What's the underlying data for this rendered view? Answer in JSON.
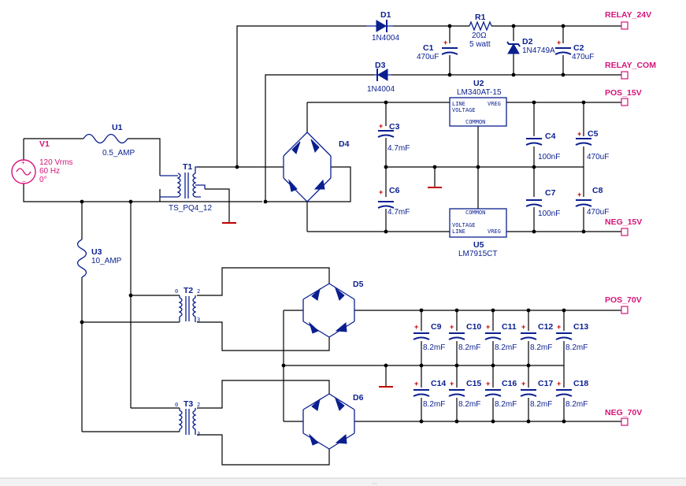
{
  "source": {
    "ref": "V1",
    "rating": "120 Vrms",
    "frequency": "60 Hz",
    "phase": "0°",
    "color": "#d6147a"
  },
  "fuses": [
    {
      "ref": "U1",
      "value": "0.5_AMP"
    },
    {
      "ref": "U3",
      "value": "10_AMP"
    }
  ],
  "transformers": [
    {
      "ref": "T1",
      "model": "TS_PQ4_12"
    },
    {
      "ref": "T2",
      "pin_primary": "0",
      "pin_secondary_top": "2",
      "pin_bottom": "3"
    },
    {
      "ref": "T3",
      "pin_primary": "0",
      "pin_secondary_top": "2",
      "pin_bottom": "3"
    }
  ],
  "diodes": [
    {
      "ref": "D1",
      "model": "1N4004"
    },
    {
      "ref": "D2",
      "model": "1N4749A"
    },
    {
      "ref": "D3",
      "model": "1N4004"
    }
  ],
  "resistors": [
    {
      "ref": "R1",
      "value": "20Ω",
      "power": "5 watt"
    }
  ],
  "bridges": [
    {
      "ref": "D4"
    },
    {
      "ref": "D5"
    },
    {
      "ref": "D6"
    }
  ],
  "regulators": [
    {
      "ref": "U2",
      "model": "LM340AT-15",
      "pin_line": "LINE",
      "pin_voltage": "VOLTAGE",
      "pin_vreg": "VREG",
      "pin_common": "COMMON"
    },
    {
      "ref": "U5",
      "model": "LM7915CT",
      "pin_line": "LINE",
      "pin_voltage": "VOLTAGE",
      "pin_vreg": "VREG",
      "pin_common": "COMMON"
    }
  ],
  "capacitors": [
    {
      "ref": "C1",
      "value": "470uF"
    },
    {
      "ref": "C2",
      "value": "470uF"
    },
    {
      "ref": "C3",
      "value": "4.7mF"
    },
    {
      "ref": "C4",
      "value": "100nF"
    },
    {
      "ref": "C5",
      "value": "470uF"
    },
    {
      "ref": "C6",
      "value": "4.7mF"
    },
    {
      "ref": "C7",
      "value": "100nF"
    },
    {
      "ref": "C8",
      "value": "470uF"
    },
    {
      "ref": "C9",
      "value": "8.2mF"
    },
    {
      "ref": "C10",
      "value": "8.2mF"
    },
    {
      "ref": "C11",
      "value": "8.2mF"
    },
    {
      "ref": "C12",
      "value": "8.2mF"
    },
    {
      "ref": "C13",
      "value": "8.2mF"
    },
    {
      "ref": "C14",
      "value": "8.2mF"
    },
    {
      "ref": "C15",
      "value": "8.2mF"
    },
    {
      "ref": "C16",
      "value": "8.2mF"
    },
    {
      "ref": "C17",
      "value": "8.2mF"
    },
    {
      "ref": "C18",
      "value": "8.2mF"
    }
  ],
  "nets": {
    "relay_24v": "RELAY_24V",
    "relay_com": "RELAY_COM",
    "pos_15v": "POS_15V",
    "neg_15v": "NEG_15V",
    "pos_70v": "POS_70V",
    "neg_70v": "NEG_70V"
  },
  "colors": {
    "wire": "#000000",
    "component": "#0a1f8f",
    "net_label": "#d6147a",
    "ground": "#c00000"
  }
}
